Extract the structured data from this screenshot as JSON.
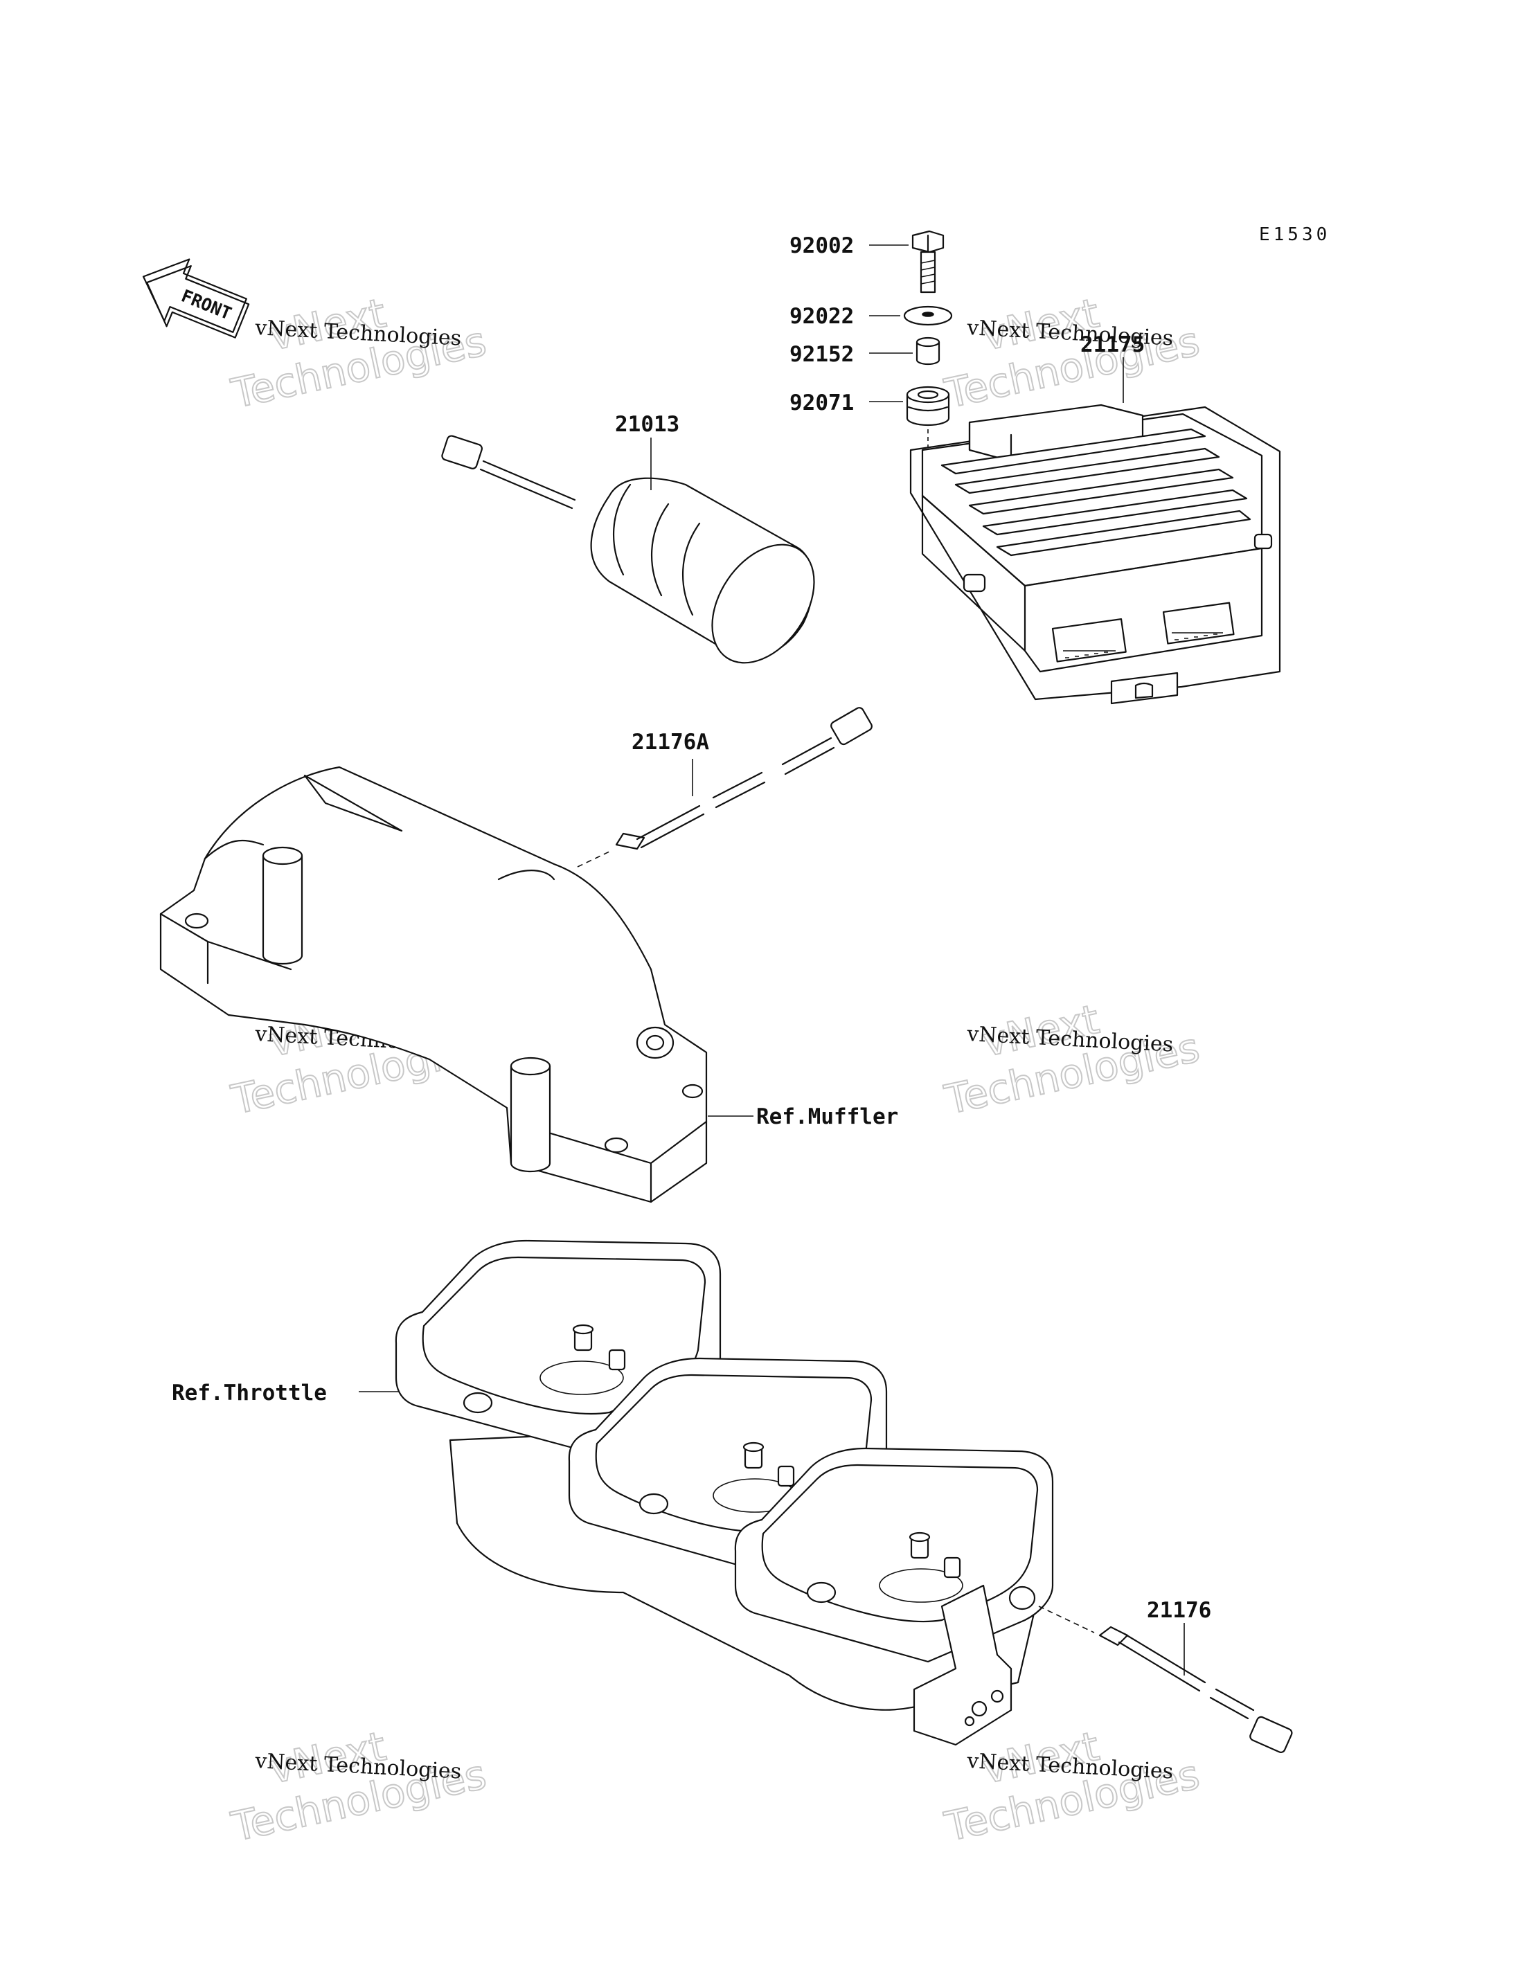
{
  "diagram_code": "E1530",
  "front_label": "FRONT",
  "parts": {
    "bolt": "92002",
    "washer": "92022",
    "collar": "92152",
    "grommet": "92071",
    "ecu": "21175",
    "solenoid": "21013",
    "sensor_exhaust": "21176A",
    "sensor_throttle": "21176"
  },
  "refs": {
    "muffler": "Ref.Muffler",
    "throttle": "Ref.Throttle"
  },
  "watermark": {
    "brand_line": "vNext Technologies",
    "big_line1": "vNext",
    "big_line2": "Technologies"
  }
}
